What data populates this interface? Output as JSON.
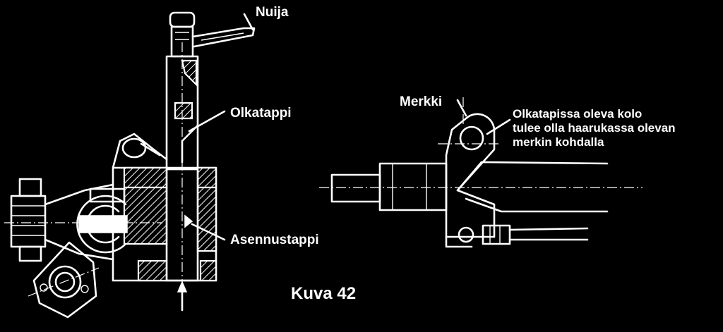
{
  "labels": {
    "nuija": "Nuija",
    "olkatappi": "Olkatappi",
    "asennustappi": "Asennustappi",
    "merkki": "Merkki",
    "note_line1": "Olkatapissa oleva kolo",
    "note_line2": "tulee olla haarukassa olevan",
    "note_line3": "merkin kohdalla"
  },
  "caption": "Kuva 42",
  "colors": {
    "background": "#000000",
    "ink": "#ffffff"
  }
}
